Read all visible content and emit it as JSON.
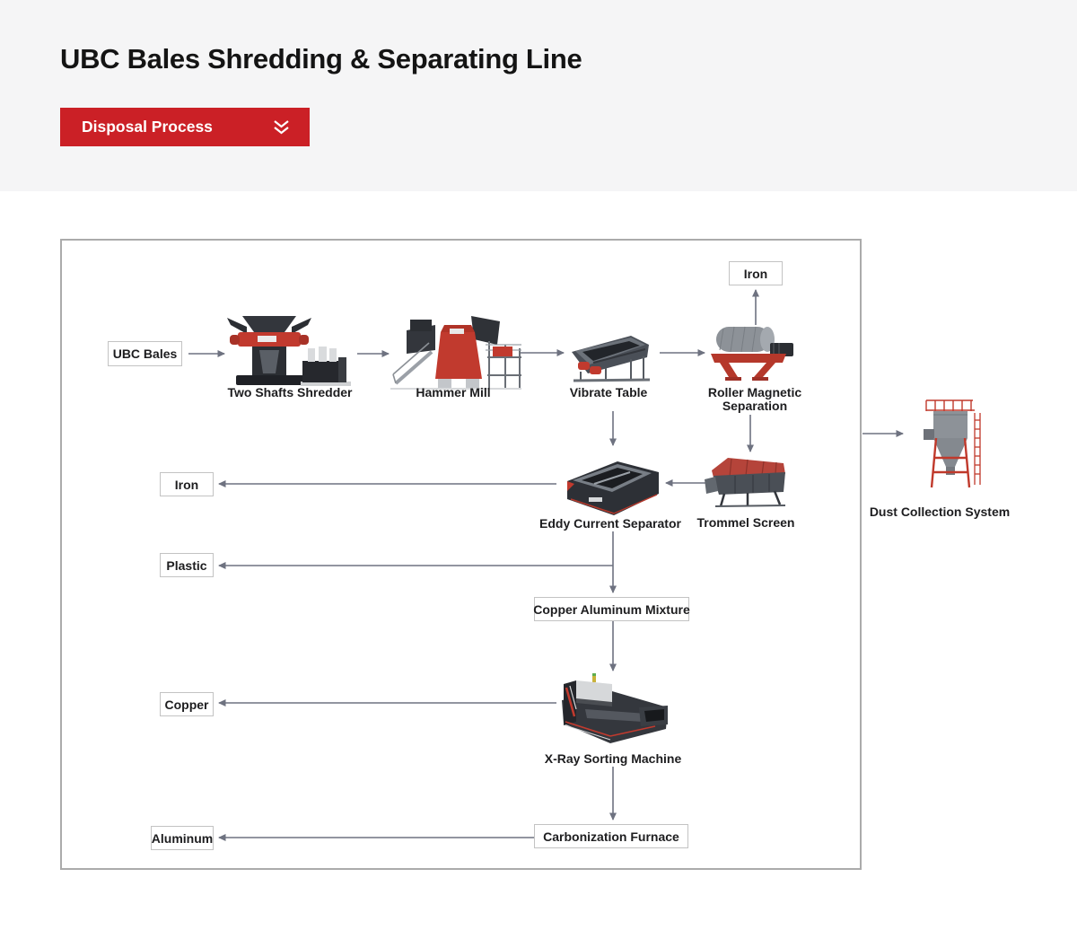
{
  "header": {
    "title": "UBC Bales Shredding & Separating Line",
    "dropdown": {
      "label": "Disposal Process",
      "icon": "double-chevron-down"
    }
  },
  "colors": {
    "accent_red": "#cb2026",
    "arrow_gray": "#6e7280",
    "header_bg": "#f5f5f6",
    "box_border": "#c3c3c3",
    "machine_red": "#c13a2e",
    "machine_dark": "#2b2e33"
  },
  "diagram": {
    "nodes": {
      "ubc_bales": "UBC Bales",
      "iron_top": "Iron",
      "iron_left": "Iron",
      "plastic": "Plastic",
      "copper_aluminum_mixture": "Copper Aluminum Mixture",
      "copper": "Copper",
      "carbonization_furnace": "Carbonization Furnace",
      "aluminum": "Aluminum"
    },
    "machines": {
      "two_shafts_shredder": "Two Shafts Shredder",
      "hammer_mill": "Hammer Mill",
      "vibrate_table": "Vibrate Table",
      "roller_magnetic_separation": "Roller Magnetic Separation",
      "trommel_screen": "Trommel Screen",
      "eddy_current_separator": "Eddy Current Separator",
      "x_ray_sorting_machine": "X-Ray Sorting Machine",
      "dust_collection_system": "Dust Collection System"
    },
    "edges": [
      {
        "from": "UBC Bales",
        "to": "Two Shafts Shredder"
      },
      {
        "from": "Two Shafts Shredder",
        "to": "Hammer Mill"
      },
      {
        "from": "Hammer Mill",
        "to": "Vibrate Table"
      },
      {
        "from": "Vibrate Table",
        "to": "Roller Magnetic Separation"
      },
      {
        "from": "Roller Magnetic Separation",
        "to": "Iron"
      },
      {
        "from": "Roller Magnetic Separation",
        "to": "Trommel Screen"
      },
      {
        "from": "Vibrate Table",
        "to": "Eddy Current Separator"
      },
      {
        "from": "Trommel Screen",
        "to": "Eddy Current Separator"
      },
      {
        "from": "Eddy Current Separator",
        "to": "Iron"
      },
      {
        "from": "Eddy Current Separator",
        "to": "Plastic"
      },
      {
        "from": "Eddy Current Separator",
        "to": "Copper Aluminum Mixture"
      },
      {
        "from": "Copper Aluminum Mixture",
        "to": "X-Ray Sorting Machine"
      },
      {
        "from": "X-Ray Sorting Machine",
        "to": "Copper"
      },
      {
        "from": "X-Ray Sorting Machine",
        "to": "Carbonization Furnace"
      },
      {
        "from": "Carbonization Furnace",
        "to": "Aluminum"
      },
      {
        "from": "Line",
        "to": "Dust Collection System"
      }
    ]
  }
}
